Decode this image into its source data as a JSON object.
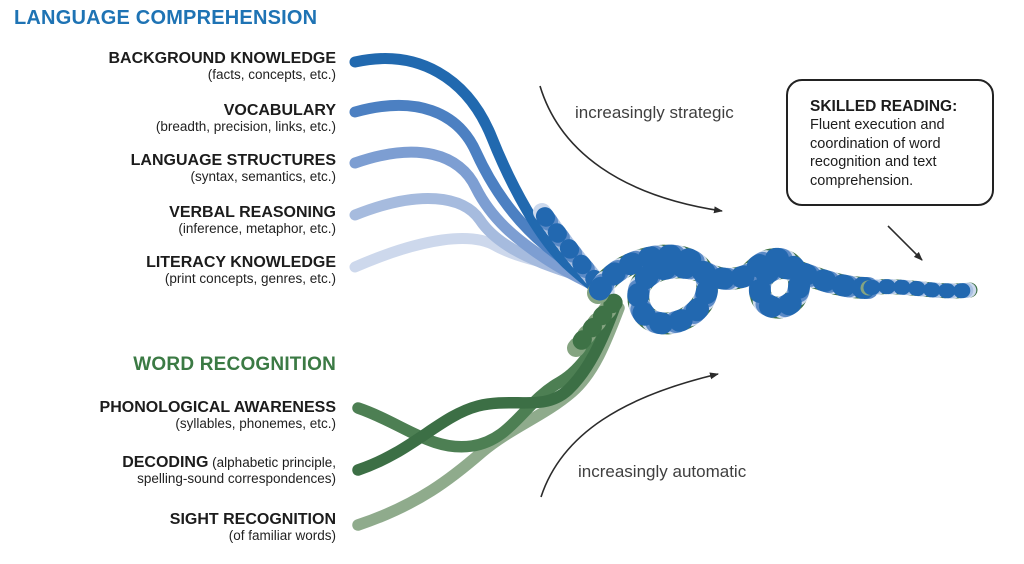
{
  "palette": {
    "lc_heading": "#1e73b4",
    "wr_heading": "#3b7a44",
    "annotation_gray": "#3f3f3f",
    "arrow": "#2b2b2b",
    "box_border": "#222222"
  },
  "language_comprehension": {
    "heading": "LANGUAGE COMPREHENSION",
    "strands": [
      {
        "label": "BACKGROUND KNOWLEDGE",
        "sub": "(facts, concepts, etc.)",
        "color": "#2169af"
      },
      {
        "label": "VOCABULARY",
        "sub": "(breadth, precision, links, etc.)",
        "color": "#4c80c2"
      },
      {
        "label": "LANGUAGE STRUCTURES",
        "sub": "(syntax, semantics, etc.)",
        "color": "#7d9ed2"
      },
      {
        "label": "VERBAL REASONING",
        "sub": "(inference, metaphor, etc.)",
        "color": "#a6bbde"
      },
      {
        "label": "LITERACY KNOWLEDGE",
        "sub": "(print concepts, genres, etc.)",
        "color": "#cdd8ec"
      }
    ]
  },
  "word_recognition": {
    "heading": "WORD RECOGNITION",
    "strands": [
      {
        "label": "PHONOLOGICAL AWARENESS",
        "sub": "(syllables, phonemes, etc.)",
        "color": "#4d7f53"
      },
      {
        "label": "DECODING",
        "sub_inline": " (alphabetic principle,",
        "sub": "spelling-sound correspondences)",
        "color": "#3c6f45"
      },
      {
        "label": "SIGHT RECOGNITION",
        "sub": "(of familiar words)",
        "color": "#8fab8c"
      }
    ]
  },
  "annotations": {
    "strategic": "increasingly strategic",
    "automatic": "increasingly automatic"
  },
  "skilled_reading": {
    "heading": "SKILLED READING:",
    "body": "Fluent execution and coordination of word recognition and text comprehension."
  },
  "rope_layers": {
    "sage": "#85a481",
    "dark_green": "#3e7246",
    "pale_blue": "#ccd9ed",
    "light_blue": "#a9c0e2",
    "mid_blue": "#5b8ac6",
    "dark_blue": "#2268b0"
  }
}
